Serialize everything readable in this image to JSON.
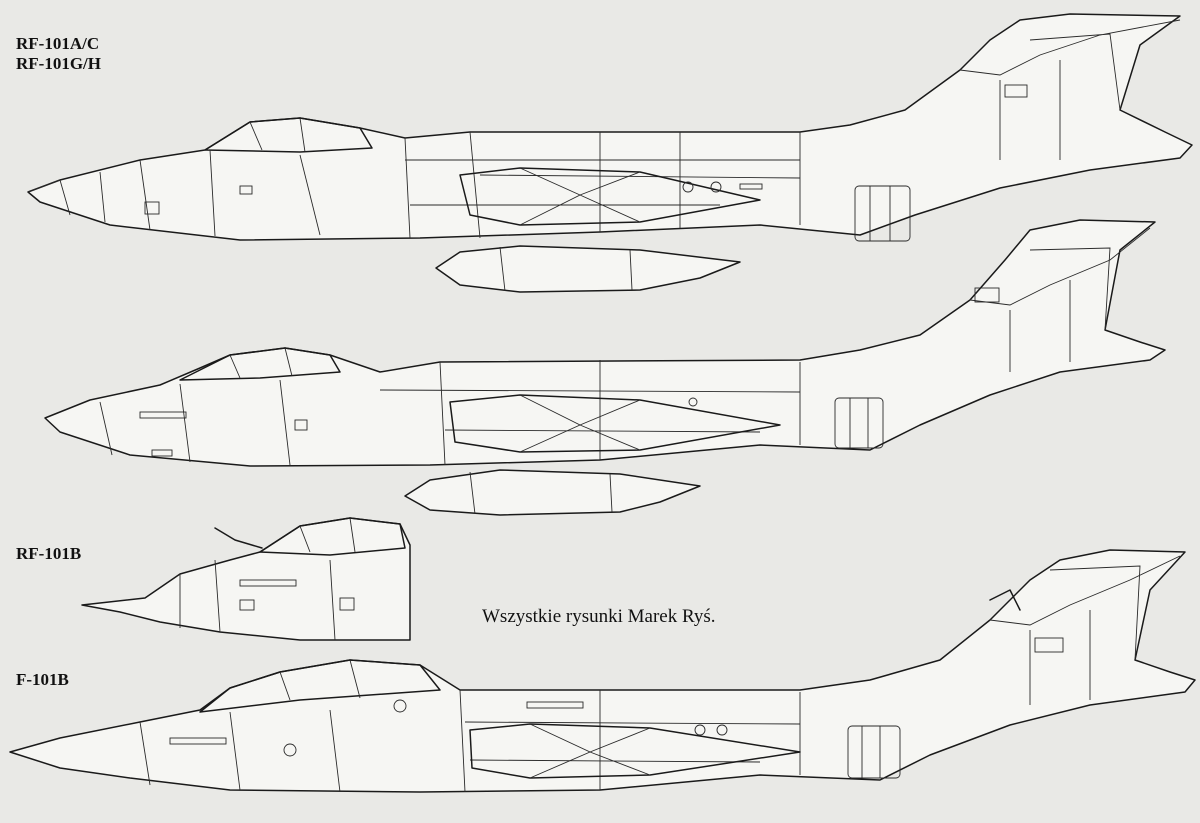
{
  "labels": {
    "top_line1": "RF-101A/C",
    "top_line2": "RF-101G/H",
    "mid": "RF-101B",
    "bottom": "F-101B"
  },
  "caption": "Wszystkie rysunki Marek Ryś.",
  "colors": {
    "background": "#e9e9e6",
    "ink": "#1a1a1a",
    "bleed": "#c4c4c0"
  },
  "icons": [
    "aircraft-rf101ac-outline",
    "aircraft-rf101b-outline",
    "aircraft-f101b-outline"
  ]
}
